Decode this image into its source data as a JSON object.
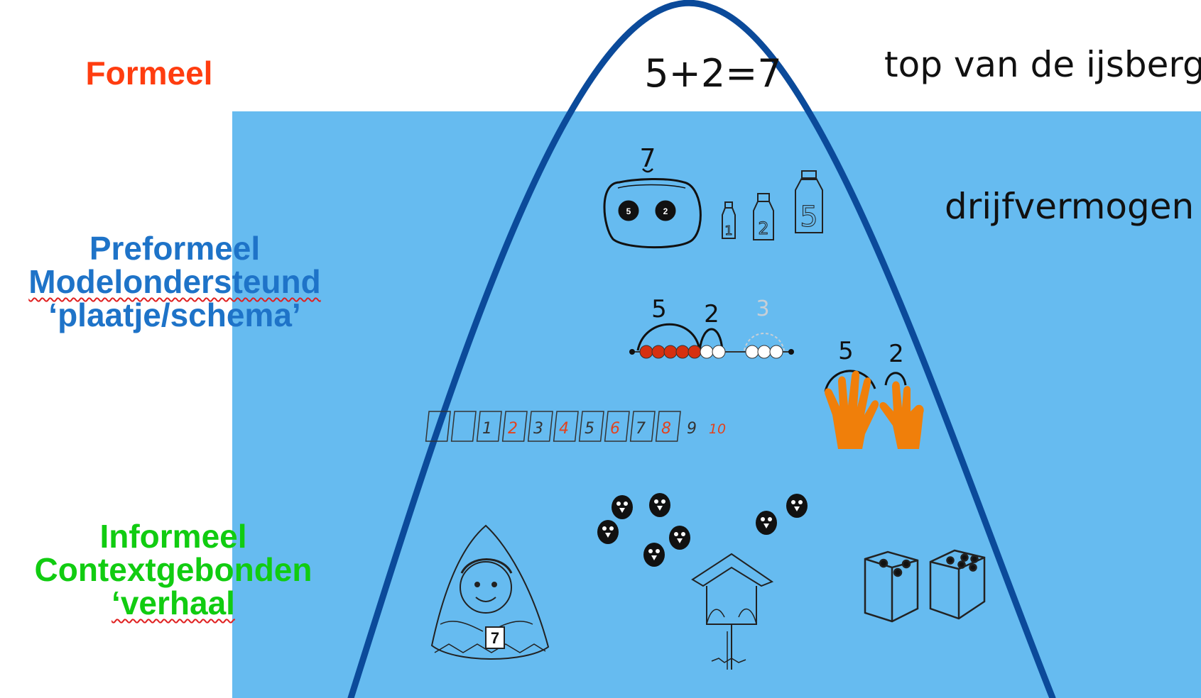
{
  "colors": {
    "water": "#66bbf0",
    "iceberg_line": "#0b4a9a",
    "formeel": "#ff3d10",
    "preformeel": "#1e73c8",
    "informeel": "#11cc11",
    "orange": "#f07f0a",
    "bead_red": "#d63010",
    "card_red": "#e2421d",
    "faint": "#c8cfd6"
  },
  "equation": "5+2=7",
  "top_label": "top van de ijsberg",
  "side_label": "drijfvermogen",
  "levels": {
    "formeel": {
      "line1": "Formeel"
    },
    "preformeel": {
      "line1": "Preformeel",
      "line2": "Modelondersteund",
      "line3": "‘plaatje/schema’"
    },
    "informeel": {
      "line1": "Informeel",
      "line2": "Contextgebonden",
      "line3": "‘verhaal"
    }
  },
  "purse": {
    "total": "7",
    "coin_a": "5",
    "coin_b": "2"
  },
  "weights": [
    "1",
    "2",
    "5"
  ],
  "beads": {
    "jump_a": "5",
    "jump_b": "2",
    "jump_c": "3"
  },
  "number_line": [
    "1",
    "2",
    "3",
    "4",
    "5",
    "6",
    "7",
    "8",
    "9",
    "10"
  ],
  "hands": {
    "left_count": "5",
    "right_count": "2"
  },
  "kid_card": "7",
  "icons": {
    "purse": "purse-icon",
    "weights": "weight-icon",
    "hands": "hand-icon",
    "birds": "bird-icon",
    "child": "child-icon",
    "birdhouse": "birdhouse-icon",
    "dice": "dice-icon"
  }
}
